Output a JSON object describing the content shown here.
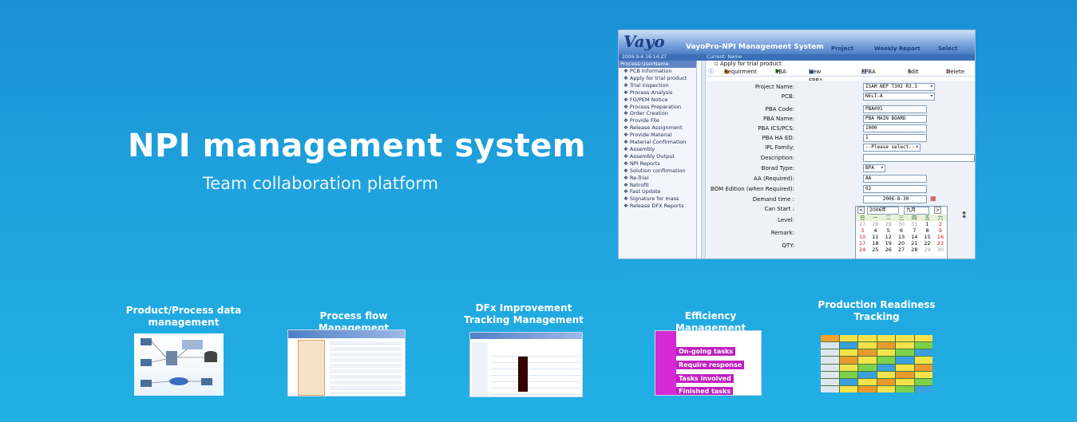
{
  "hero": {
    "title": "NPI management system",
    "subtitle": "Team collaboration platform"
  },
  "app": {
    "logo": "Vayo",
    "title": "VayoPro-NPI Management System",
    "menu": [
      "Project",
      "Weekly Report",
      "Select"
    ],
    "datetime": "2006-9-4 16:14:27",
    "current": "Current: Name",
    "sidebar_header": "Process:UserName",
    "sidebar_items": [
      "PCB Information",
      "Apply for trial product",
      "Trial inspection",
      "Process Analysis",
      "FO/PEM Notice",
      "Process Preparation",
      "Order Creation",
      "Provide File",
      "Release Assignment",
      "Provide Material",
      "Material Confirmation",
      "Assembly",
      "Assembly Output",
      "NPI Reports",
      "Solution confirmation",
      "Re-Trial",
      "Retrofit",
      "Fast Update",
      "Signature for mass",
      "Release DFX Reports"
    ],
    "page_heading": "Apply for trial product",
    "toolbar": [
      "Requirment",
      "PBA",
      "New FPBA",
      "FPBA",
      "Edit",
      "Delete"
    ],
    "form": {
      "project_name_label": "Project Name:",
      "project_name_value": "ISAM NEP T302 R3.3",
      "pcb_label": "PCB:",
      "pcb_value": "NELT-A",
      "pba_code_label": "PBA Code:",
      "pba_code_value": "PBA001",
      "pba_name_label": "PBA Name:",
      "pba_name_value": "PBA MAIN BOARD",
      "pba_ics_label": "PBA ICS/PCS:",
      "pba_ics_value": "1000",
      "pba_ha_label": "PBA HA ED:",
      "pba_ha_value": "1",
      "ipl_label": "IPL Family:",
      "ipl_value": "--Please select--",
      "desc_label": "Description:",
      "desc_value": "",
      "borad_label": "Borad Type:",
      "borad_value": "BPA",
      "aa_label": "AA (Required):",
      "aa_value": "AA",
      "bom_label": "BOM Edition (when Required):",
      "bom_value": "02",
      "demand_label": "Demand time :",
      "demand_value": "2006-8-30",
      "canstart_label": "Can Start :",
      "level_label": "Level:",
      "remark_label": "Remark:",
      "qty_label": "QTY:"
    },
    "calendar": {
      "year": "2006年",
      "month": "九月",
      "weekdays": [
        "日",
        "一",
        "二",
        "三",
        "四",
        "五",
        "六"
      ],
      "days": [
        "27",
        "28",
        "29",
        "30",
        "31",
        "1",
        "2",
        "3",
        "4",
        "5",
        "6",
        "7",
        "8",
        "9",
        "10",
        "11",
        "12",
        "13",
        "14",
        "15",
        "16",
        "17",
        "18",
        "19",
        "20",
        "21",
        "22",
        "23",
        "24",
        "25",
        "26",
        "27",
        "28",
        "29",
        "30"
      ]
    }
  },
  "features": [
    {
      "label": "Product/Process data management"
    },
    {
      "label": "Process flow Management"
    },
    {
      "label": "DFx Improvement Tracking Management"
    },
    {
      "label": "Efficiency Management"
    },
    {
      "label": "Production Readiness Tracking"
    }
  ],
  "thumb_texts": {
    "ongoing": "On-going tasks",
    "require": "Require response",
    "involved": "Tasks involved",
    "finished": "Finished tasks"
  },
  "colors": {
    "background": "#1fa2dd",
    "header_blue": "#4f7fc7",
    "magenta": "#d42bd4"
  }
}
